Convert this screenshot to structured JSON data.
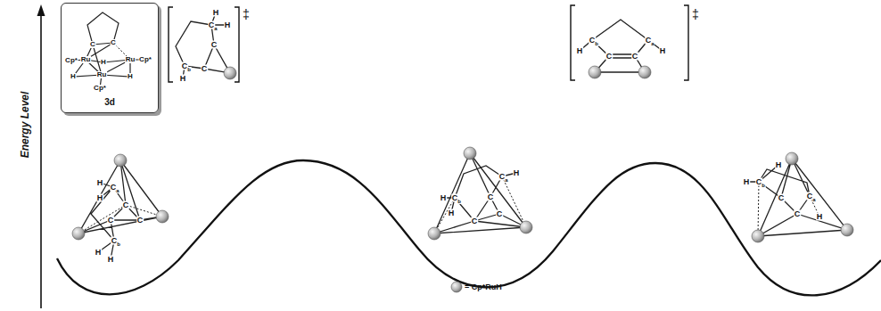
{
  "diagram": {
    "nodes": [
      {
        "text": [
          "3d"
        ]
      }
    ],
    "labels": [
      "Energy Level",
      "C",
      "C",
      "Cp*",
      "Ru",
      "H",
      "Ru",
      "Cp*",
      "H",
      "Ru",
      "H",
      "Cp*",
      "H",
      "C",
      "a",
      "H",
      "C",
      "C",
      "C",
      "C",
      "b",
      "H",
      "H",
      "H",
      "C",
      "a",
      "H",
      "C",
      "C",
      "b",
      "C",
      "H",
      "‡",
      "C",
      "a",
      "H",
      "C",
      "H",
      "C",
      "b",
      "H",
      "C",
      "C",
      "H",
      "C",
      "b",
      "C",
      "C",
      "C",
      "a",
      "H",
      "‡",
      "H",
      "H",
      "C",
      "b",
      "C",
      "C",
      "a",
      "C",
      "H"
    ],
    "legend": [
      {
        "text": "= Cp*RuH"
      }
    ]
  }
}
